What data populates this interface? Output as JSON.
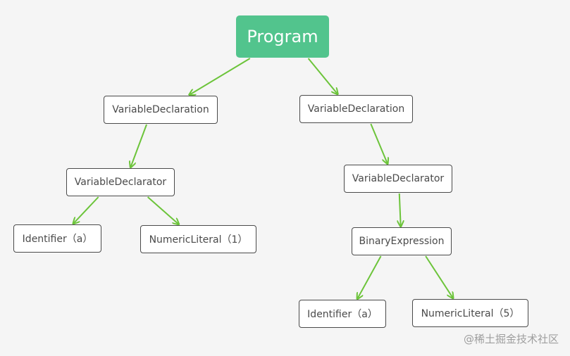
{
  "nodes": {
    "program": "Program",
    "left_declaration": "VariableDeclaration",
    "left_declarator": "VariableDeclarator",
    "left_identifier": "Identifier（a）",
    "left_literal": "NumericLiteral（1）",
    "right_declaration": "VariableDeclaration",
    "right_declarator": "VariableDeclarator",
    "binary_expression": "BinaryExpression",
    "right_identifier": "Identifier（a）",
    "right_literal": "NumericLiteral（5）"
  },
  "edges": [
    [
      "program",
      "left_declaration"
    ],
    [
      "program",
      "right_declaration"
    ],
    [
      "left_declaration",
      "left_declarator"
    ],
    [
      "left_declarator",
      "left_identifier"
    ],
    [
      "left_declarator",
      "left_literal"
    ],
    [
      "right_declaration",
      "right_declarator"
    ],
    [
      "right_declarator",
      "binary_expression"
    ],
    [
      "binary_expression",
      "right_identifier"
    ],
    [
      "binary_expression",
      "right_literal"
    ]
  ],
  "watermark": "@稀土掘金技术社区",
  "colors": {
    "root_fill": "#52c48d",
    "edge": "#6cc43a",
    "node_border": "#4a4a4a",
    "background": "#f5f5f5"
  }
}
